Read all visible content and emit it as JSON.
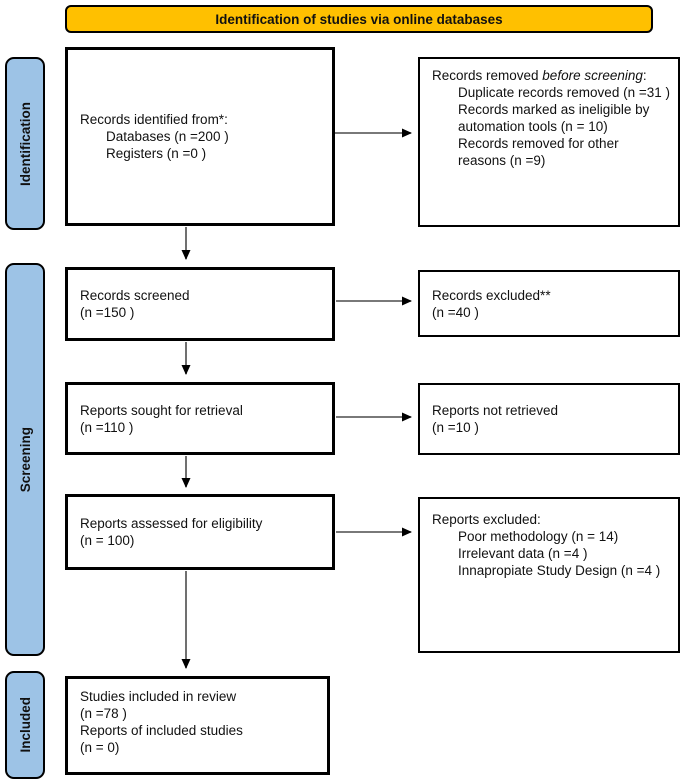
{
  "colors": {
    "banner_bg": "#FFC000",
    "stage_bg": "#9DC3E6",
    "arrow": "#4d4d4d",
    "ink": "#111111"
  },
  "banner": {
    "title": "Identification of studies via online databases"
  },
  "stages": {
    "identification": "Identification",
    "screening": "Screening",
    "included": "Included"
  },
  "flow": {
    "identified": {
      "lines": [
        "Records identified from*:",
        "Databases (n =200 )",
        "Registers (n =0 )"
      ]
    },
    "removed": {
      "title_prefix": "Records removed ",
      "title_italic": "before screening",
      "title_suffix": ":",
      "items": [
        "Duplicate records removed (n =31 )",
        "Records marked as ineligible by automation tools (n = 10)",
        "Records removed for other reasons (n =9)"
      ]
    },
    "screened": {
      "lines": [
        "Records screened",
        "(n =150 )"
      ]
    },
    "excluded": {
      "lines": [
        "Records excluded**",
        "(n =40 )"
      ]
    },
    "sought": {
      "lines": [
        "Reports sought for retrieval",
        "(n =110 )"
      ]
    },
    "not_retrieved": {
      "lines": [
        "Reports not retrieved",
        "(n =10 )"
      ]
    },
    "assessed": {
      "lines": [
        "Reports assessed for eligibility",
        "(n = 100)"
      ]
    },
    "reports_excluded": {
      "title": "Reports excluded:",
      "items": [
        "Poor methodology (n = 14)",
        "Irrelevant data (n =4 )",
        "Innapropiate Study Design (n =4 )"
      ]
    },
    "included": {
      "lines": [
        "Studies included in review",
        "(n =78 )",
        "Reports of included studies",
        "(n = 0)"
      ]
    }
  }
}
